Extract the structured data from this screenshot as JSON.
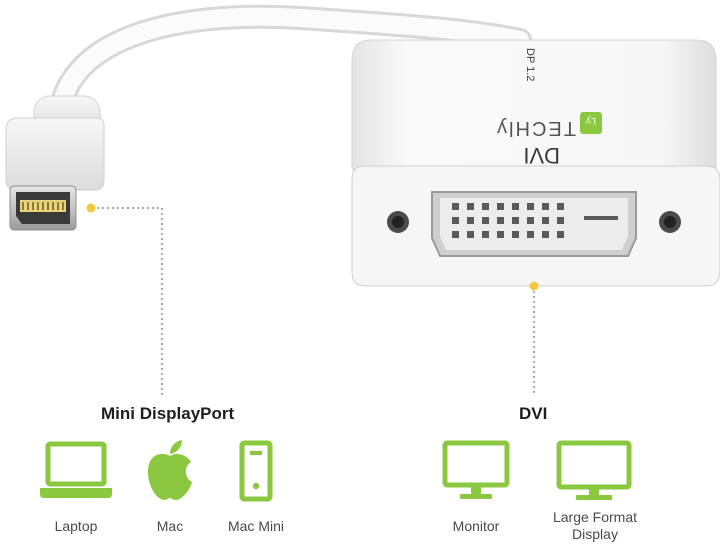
{
  "adapter": {
    "brand_text": "TECHly",
    "port_label": "DVI",
    "version_label": "DP 1.2"
  },
  "sections": {
    "left": {
      "title": "Mini DisplayPort",
      "devices": [
        {
          "label": "Laptop",
          "icon": "laptop-icon"
        },
        {
          "label": "Mac",
          "icon": "apple-icon"
        },
        {
          "label": "Mac Mini",
          "icon": "mac-mini-icon"
        }
      ]
    },
    "right": {
      "title": "DVI",
      "devices": [
        {
          "label": "Monitor",
          "icon": "monitor-icon"
        },
        {
          "label": "Large Format\nDisplay",
          "icon": "large-display-icon"
        }
      ]
    }
  },
  "colors": {
    "accent_green": "#8bc83f",
    "marker_yellow": "#f5c842",
    "connector_dotted_line": "#8c8c8c",
    "product_white": "#f4f4f4"
  }
}
